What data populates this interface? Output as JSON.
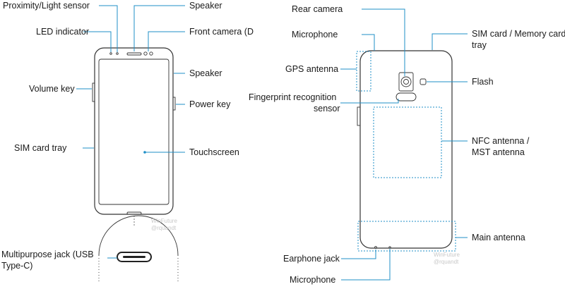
{
  "front_labels": {
    "proximity": "Proximity/Light sensor",
    "led": "LED indicator",
    "volume": "Volume key",
    "sim_tray": "SIM card tray",
    "usb_line1": "Multipurpose jack (USB",
    "usb_line2": "Type-C)",
    "speaker_top": "Speaker",
    "front_camera": "Front camera (D",
    "speaker": "Speaker",
    "power": "Power key",
    "touchscreen": "Touchscreen"
  },
  "back_labels": {
    "rear_camera": "Rear camera",
    "microphone_top": "Microphone",
    "gps": "GPS antenna",
    "fingerprint_line1": "Fingerprint recognition",
    "fingerprint_line2": "sensor",
    "earphone": "Earphone jack",
    "microphone_bottom": "Microphone",
    "sim_memory_line1": "SIM card / Memory card",
    "sim_memory_line2": "tray",
    "flash": "Flash",
    "nfc_line1": "NFC antenna /",
    "nfc_line2": "MST antenna",
    "main_antenna": "Main antenna"
  },
  "watermark": {
    "line1": "WinFuture",
    "line2": "@rquandt"
  },
  "colors": {
    "leader": "#1f8fc7",
    "outline": "#333333"
  }
}
